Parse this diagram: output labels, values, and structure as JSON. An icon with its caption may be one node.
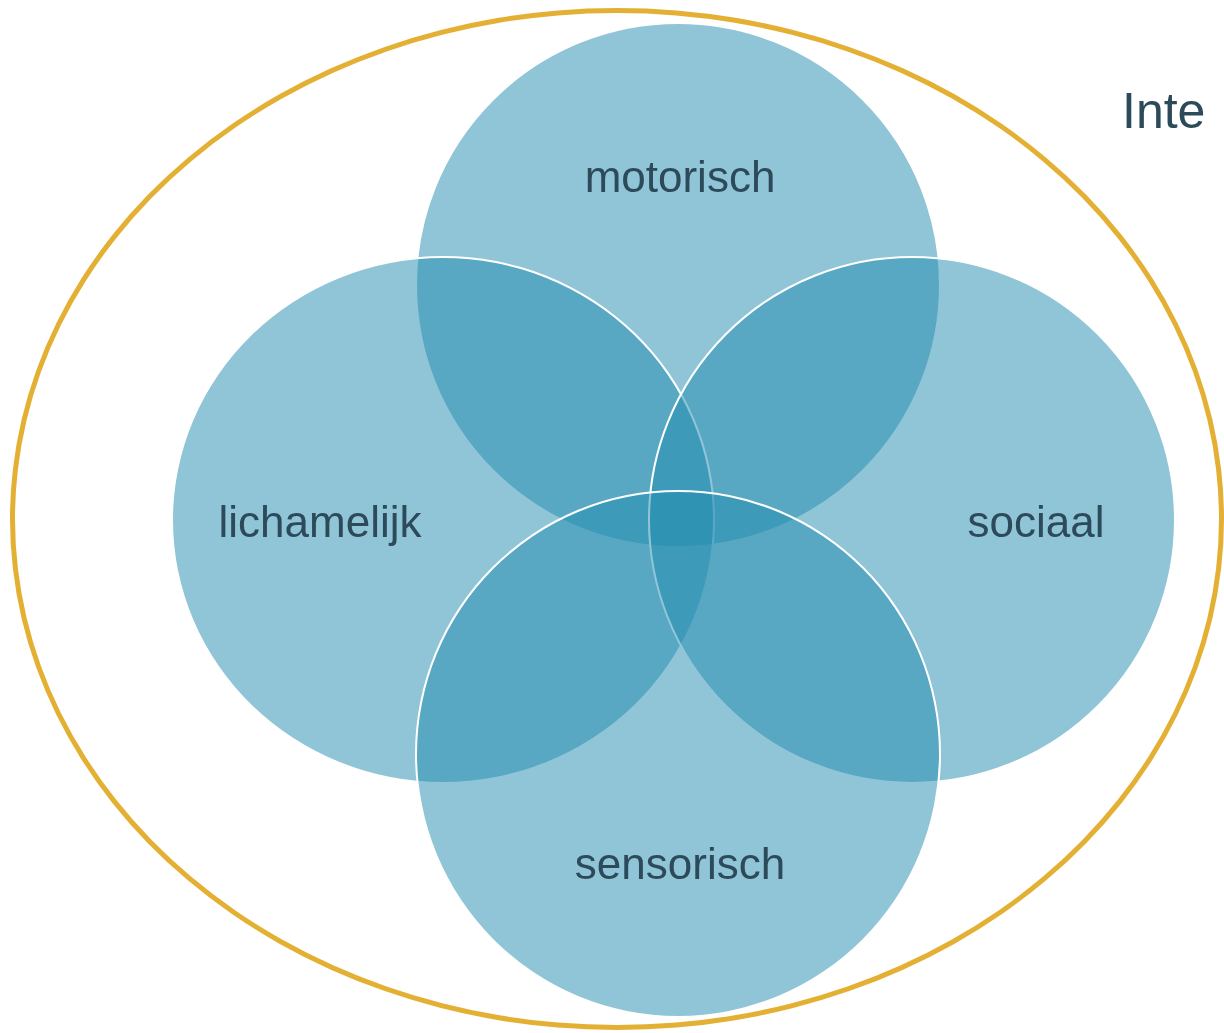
{
  "diagram": {
    "nodes": [
      {
        "text": [],
        "shape": "ellipse"
      },
      {
        "text": [
          "motorisch"
        ],
        "in": 0
      },
      {
        "text": [
          "lichamelijk"
        ],
        "in": 0
      },
      {
        "text": [
          "sociaal"
        ],
        "in": 0
      },
      {
        "text": [
          "sensorisch"
        ],
        "in": 0
      }
    ],
    "labels": [
      "Inte"
    ]
  }
}
